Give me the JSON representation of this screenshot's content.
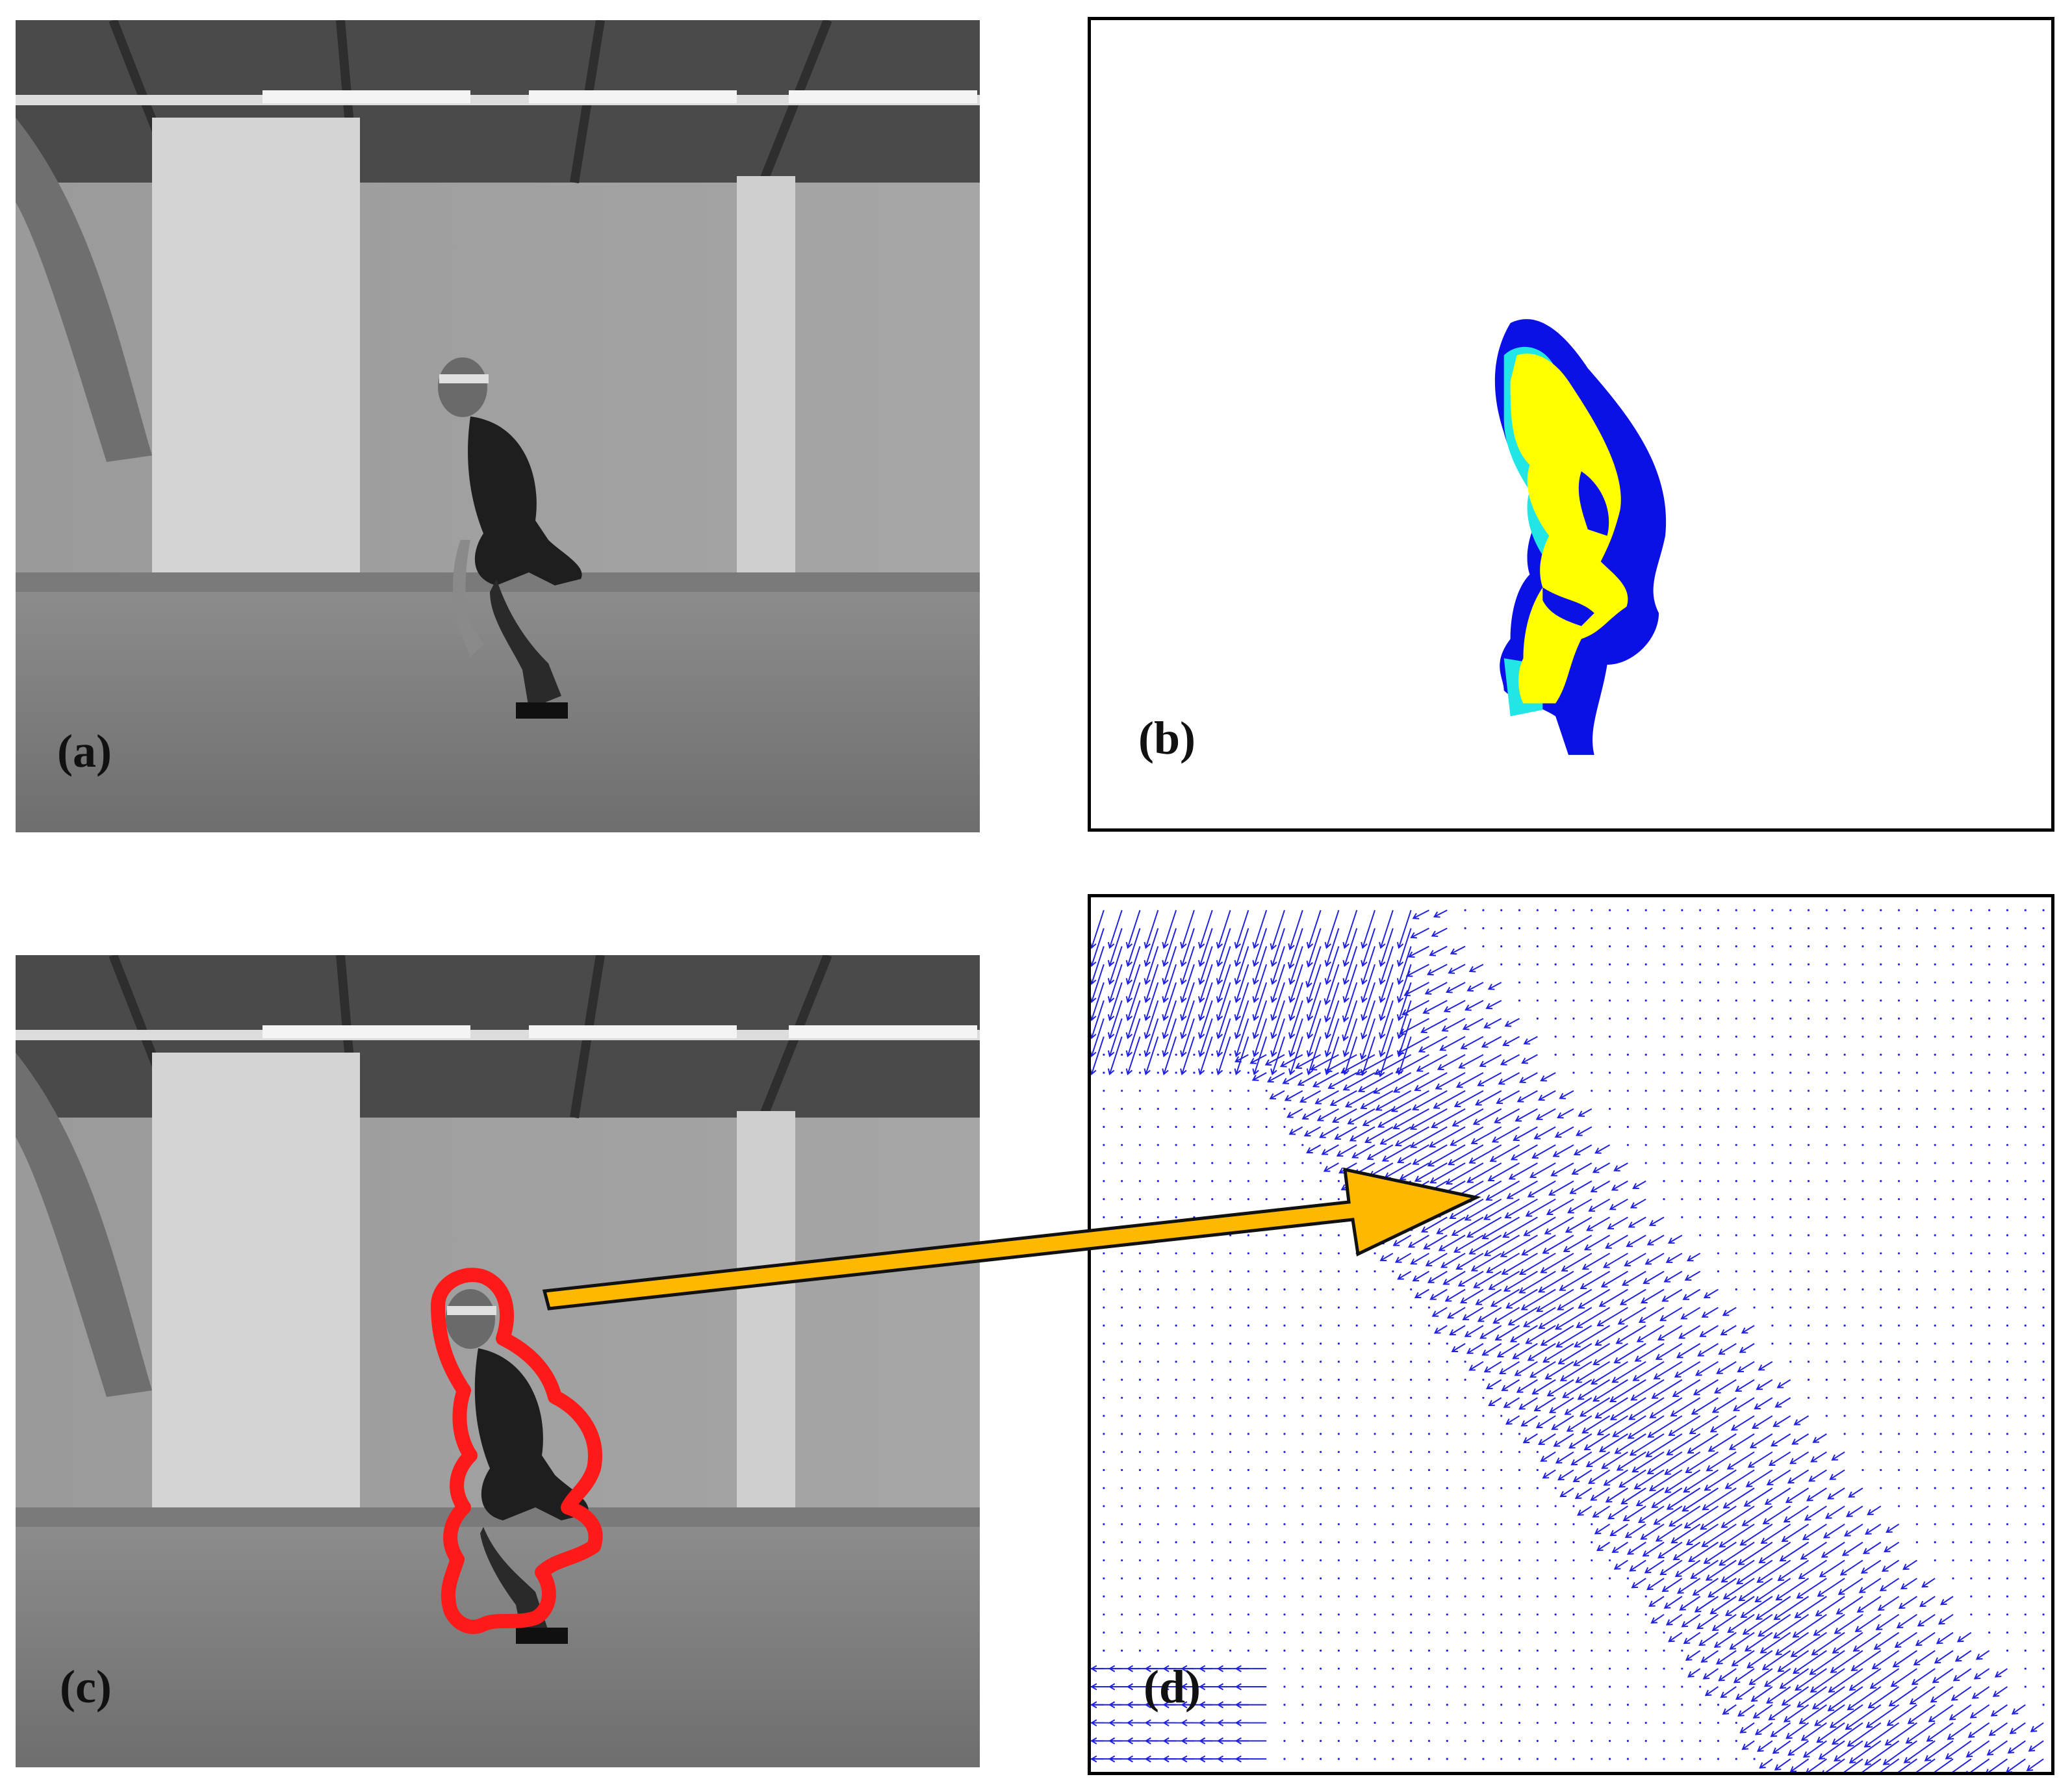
{
  "labels": {
    "a": "(a)",
    "b": "(b)",
    "c": "(c)",
    "d": "(d)"
  },
  "colors": {
    "contour": "#ff1a1a",
    "region_blue": "#0a10e6",
    "region_cyan": "#22e6e6",
    "region_yellow": "#ffff00",
    "flow_vector": "#2020e0",
    "link_arrow_fill": "#ffb800",
    "link_arrow_stroke": "#111111"
  },
  "panels": {
    "a": {
      "content": "grayscale-photo",
      "subject": "person-crouching"
    },
    "b": {
      "content": "segmentation-mask"
    },
    "c": {
      "content": "grayscale-photo-with-contour"
    },
    "d": {
      "content": "optical-flow-field"
    }
  }
}
